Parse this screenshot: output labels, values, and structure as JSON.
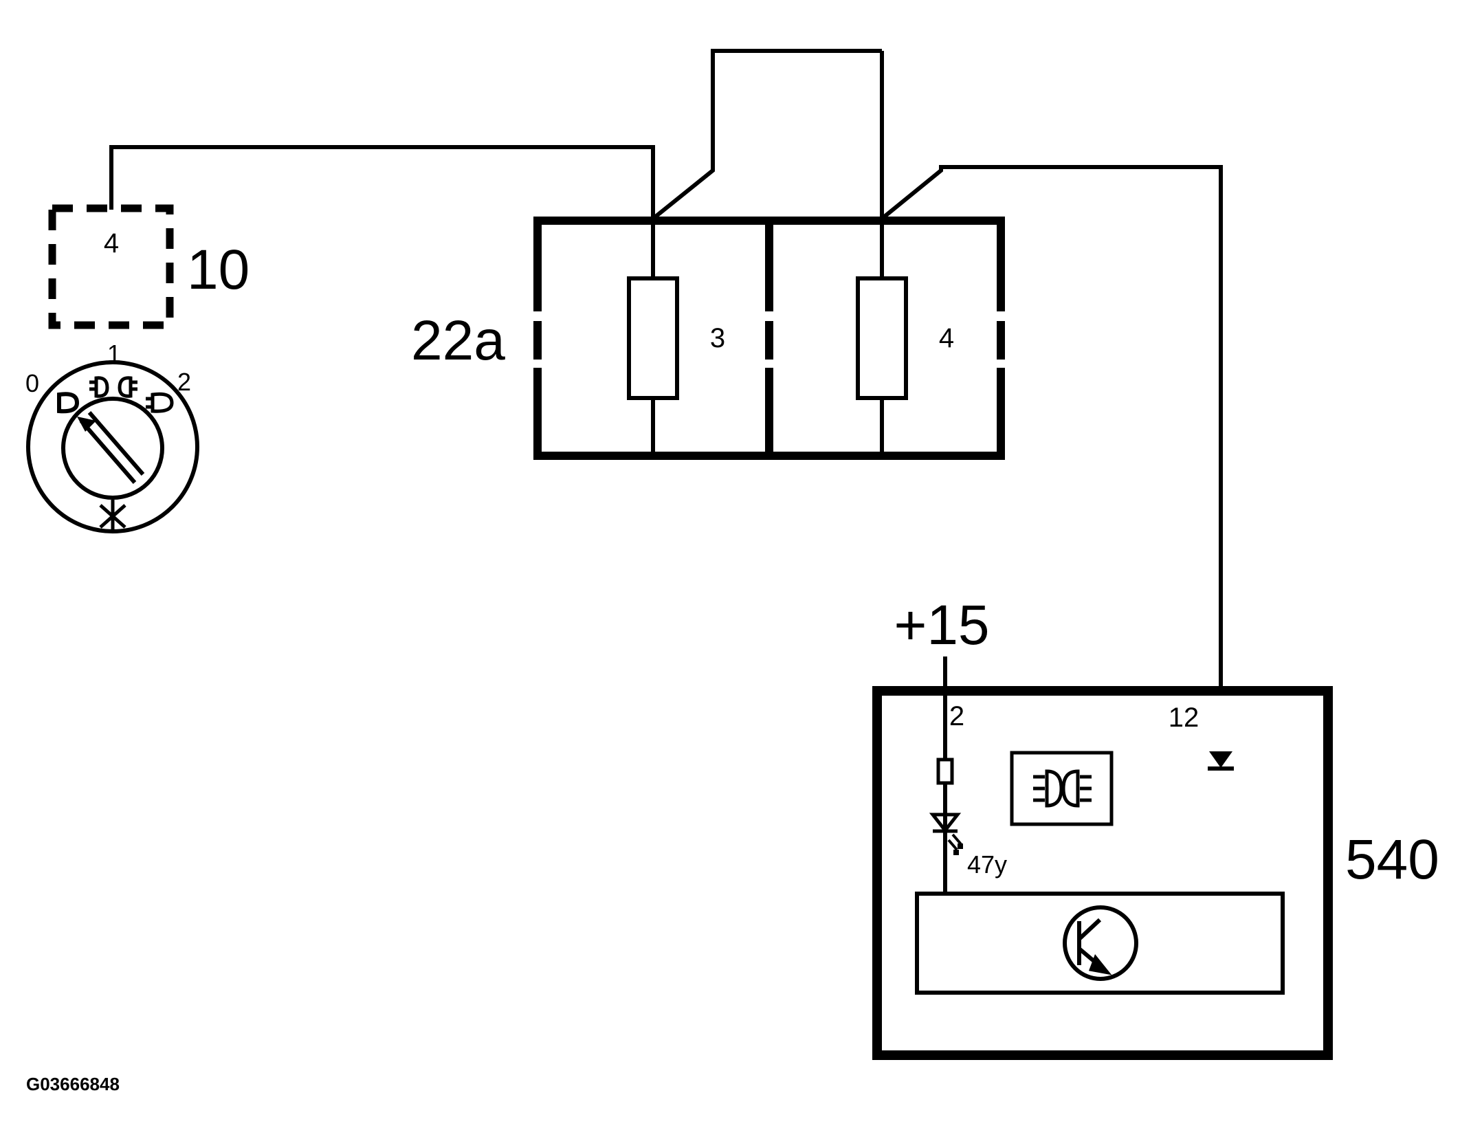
{
  "labels": {
    "switch_component": "10",
    "switch_pin": "4",
    "switch_pos_0": "0",
    "switch_pos_1": "1",
    "switch_pos_2": "2",
    "fuse_box": "22a",
    "fuse_3": "3",
    "fuse_4": "4",
    "supply": "+15",
    "module": "540",
    "module_pin_2": "2",
    "module_pin_12": "12",
    "led": "47y",
    "figure_id": "G03666848"
  }
}
